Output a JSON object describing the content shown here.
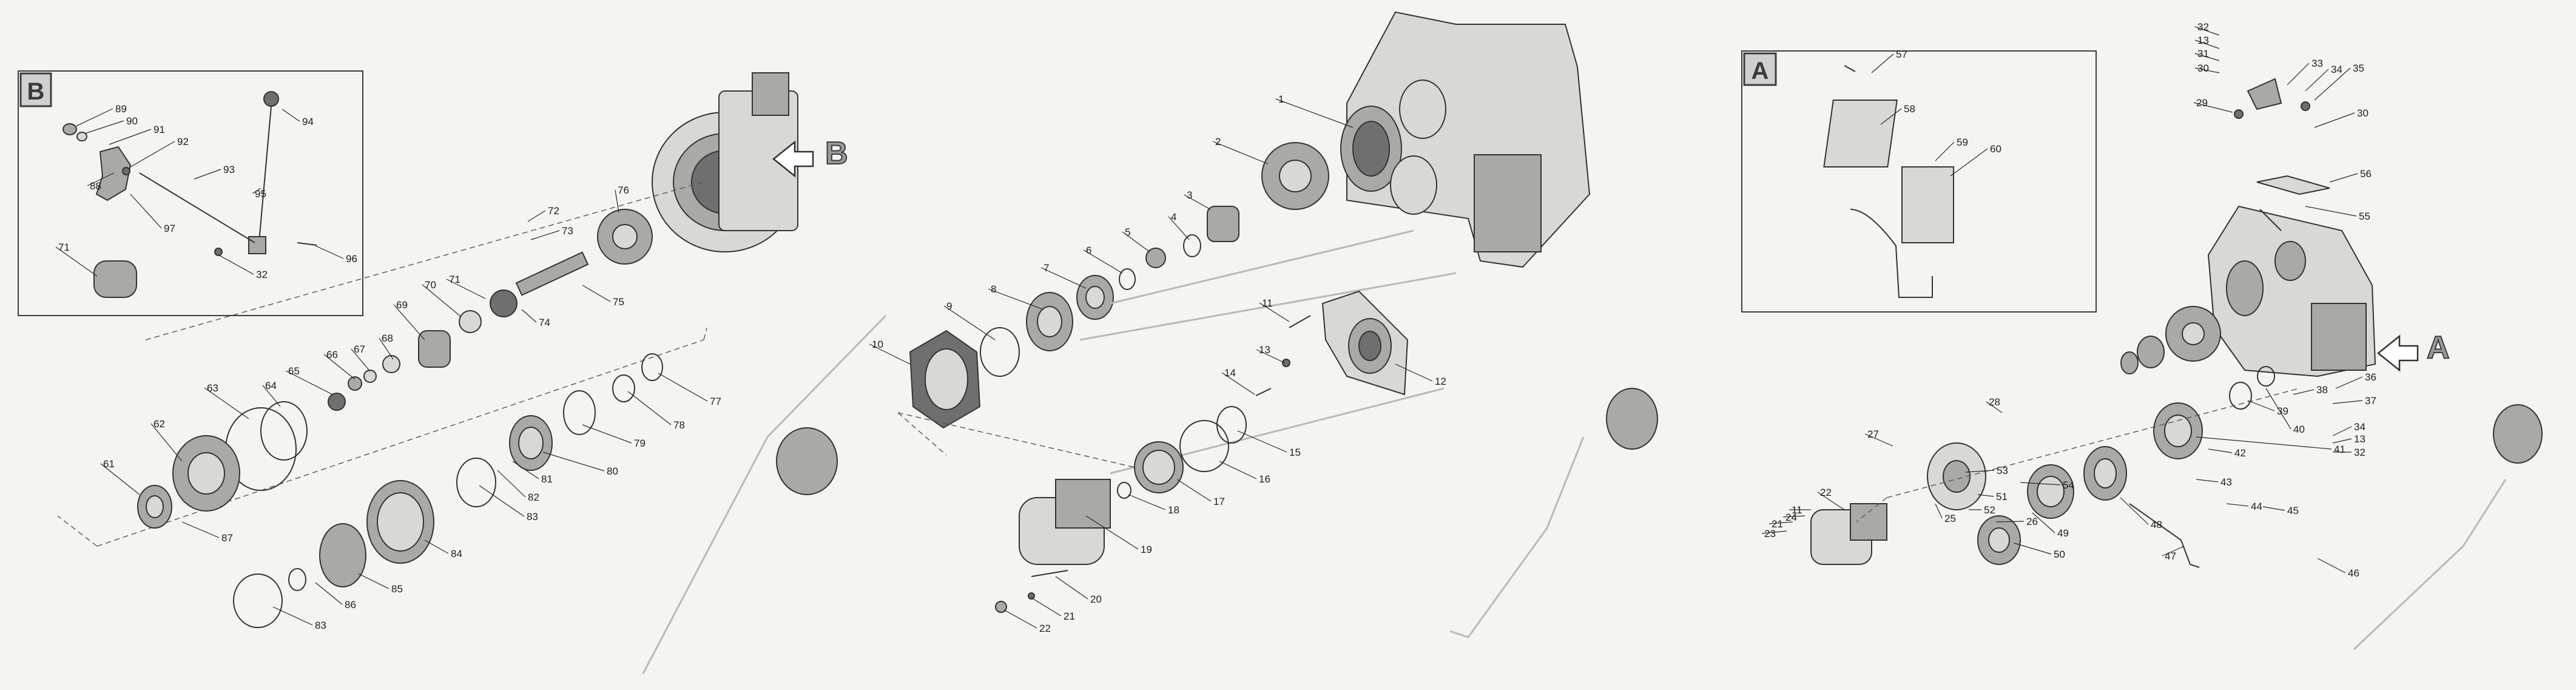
{
  "panels": [
    {
      "id": "left",
      "inset": {
        "label": "B"
      },
      "arrow_label": "B",
      "callouts": [
        "94",
        "89",
        "90",
        "91",
        "92",
        "93",
        "88",
        "97",
        "95",
        "71",
        "32",
        "96",
        "76",
        "72",
        "73",
        "75",
        "74",
        "71",
        "70",
        "69",
        "68",
        "67",
        "66",
        "65",
        "64",
        "63",
        "62",
        "61",
        "87",
        "86",
        "85",
        "84",
        "83",
        "82",
        "81",
        "80",
        "79",
        "78",
        "77",
        "83"
      ]
    },
    {
      "id": "middle",
      "callouts": [
        "1",
        "2",
        "3",
        "4",
        "5",
        "6",
        "7",
        "8",
        "9",
        "10",
        "11",
        "12",
        "13",
        "14",
        "15",
        "16",
        "17",
        "18",
        "19",
        "20",
        "21",
        "22"
      ]
    },
    {
      "id": "right",
      "inset": {
        "label": "A"
      },
      "arrow_label": "A",
      "callouts": [
        "57",
        "58",
        "59",
        "60",
        "32",
        "13",
        "31",
        "30",
        "33",
        "34",
        "35",
        "29",
        "30",
        "56",
        "55",
        "36",
        "37",
        "38",
        "34",
        "13",
        "32",
        "39",
        "40",
        "41",
        "42",
        "43",
        "44",
        "45",
        "46",
        "47",
        "48",
        "49",
        "50",
        "51",
        "52",
        "53",
        "54",
        "26",
        "25",
        "22",
        "23",
        "21",
        "24",
        "11",
        "27",
        "28"
      ]
    }
  ],
  "colors": {
    "background": "#f4f5f1",
    "line": "#2a2a2a",
    "part_dark": "#6f6f6f",
    "part_mid": "#a9aaa6",
    "part_light": "#d8d9d5"
  }
}
